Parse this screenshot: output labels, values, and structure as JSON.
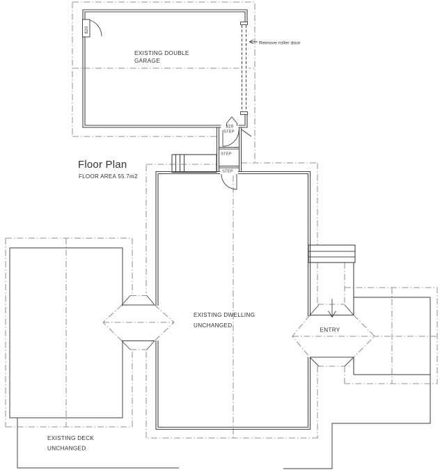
{
  "title": {
    "heading": "Floor Plan",
    "subheading": "FLOOR AREA 55.7m2"
  },
  "garage": {
    "label_line1": "EXISTING DOUBLE",
    "label_line2": "GARAGE",
    "door_width": "820",
    "roller_door_note": "Remove roller door"
  },
  "steps": {
    "rear_door_width": "820",
    "step_top": "STEP",
    "step_mid": "STEP",
    "step_bottom": "STEP"
  },
  "dwelling": {
    "label_line1": "EXISTING DWELLING",
    "label_line2": "UNCHANGED"
  },
  "entry": {
    "label": "ENTRY"
  },
  "deck": {
    "label_line1": "EXISTING DECK",
    "label_line2": "UNCHANGED"
  },
  "colors": {
    "wall": "#3f4346",
    "thin_line": "#5d6063",
    "roofline": "#8e9397",
    "text": "#2e3134",
    "background": "#ffffff"
  }
}
